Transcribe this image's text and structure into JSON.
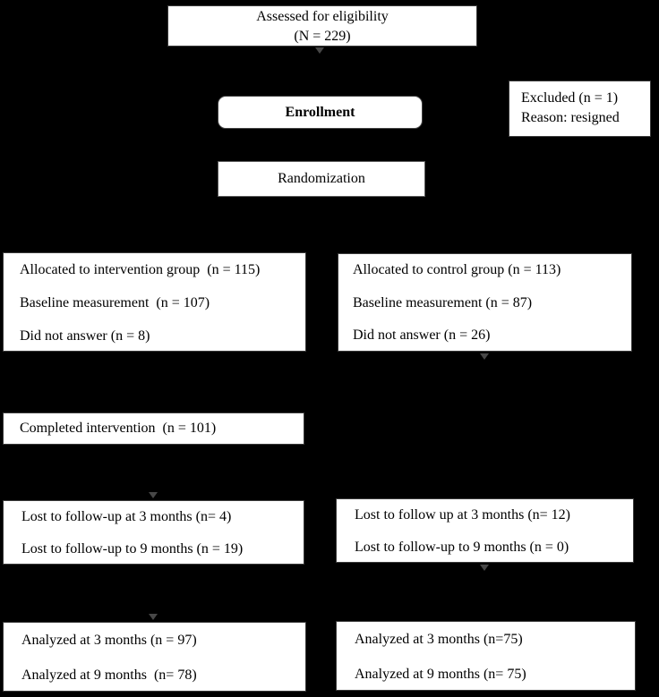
{
  "page": {
    "background_color": "#000000",
    "box_fill_color": "#ffffff",
    "text_color": "#000000"
  },
  "diagram": {
    "assessed": {
      "line1": "Assessed for eligibility",
      "line2": "(N = 229)"
    },
    "enrollment": {
      "label": "Enrollment"
    },
    "excluded": {
      "line1": "Excluded (n = 1)",
      "line2": "Reason: resigned"
    },
    "randomization": {
      "label": "Randomization"
    },
    "allocation_intervention": {
      "line1": "Allocated to intervention group  (n = 115)",
      "line2": "Baseline measurement  (n = 107)",
      "line3": "Did not answer (n = 8)"
    },
    "allocation_control": {
      "line1": "Allocated to control group (n = 113)",
      "line2": "Baseline measurement (n = 87)",
      "line3": "Did not answer (n = 26)"
    },
    "completed_intervention": {
      "line1": "Completed intervention  (n = 101)"
    },
    "lost_intervention": {
      "line1": "Lost to follow-up at 3 months (n= 4)",
      "line2": "Lost to follow-up to 9 months (n = 19)"
    },
    "lost_control": {
      "line1": "Lost to follow up at 3 months (n= 12)",
      "line2": "Lost to follow-up to 9 months (n = 0)"
    },
    "analyzed_intervention": {
      "line1": "Analyzed at 3 months (n = 97)",
      "line2": "Analyzed at 9 months  (n= 78)"
    },
    "analyzed_control": {
      "line1": "Analyzed at 3 months (n=75)",
      "line2": "Analyzed at 9 months (n= 75)"
    }
  }
}
